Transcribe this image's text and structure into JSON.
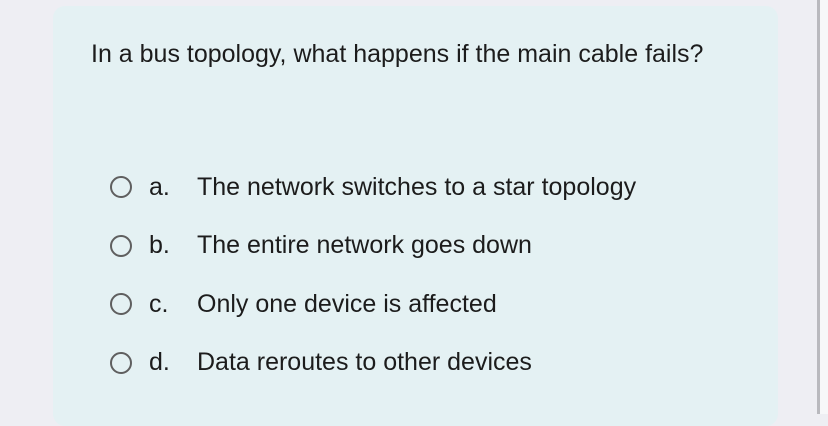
{
  "question": {
    "text": "In a bus topology, what happens if the main cable fails?"
  },
  "options": [
    {
      "letter": "a.",
      "text": "The network switches to a star topology",
      "selected": false
    },
    {
      "letter": "b.",
      "text": "The entire network goes down",
      "selected": false
    },
    {
      "letter": "c.",
      "text": "Only one device is affected",
      "selected": false
    },
    {
      "letter": "d.",
      "text": "Data reroutes to other devices",
      "selected": false
    }
  ],
  "colors": {
    "page_background": "#eeeef3",
    "card_background": "#e4f1f3",
    "text": "#1c1c1c",
    "radio_border": "#5f5f5f"
  }
}
